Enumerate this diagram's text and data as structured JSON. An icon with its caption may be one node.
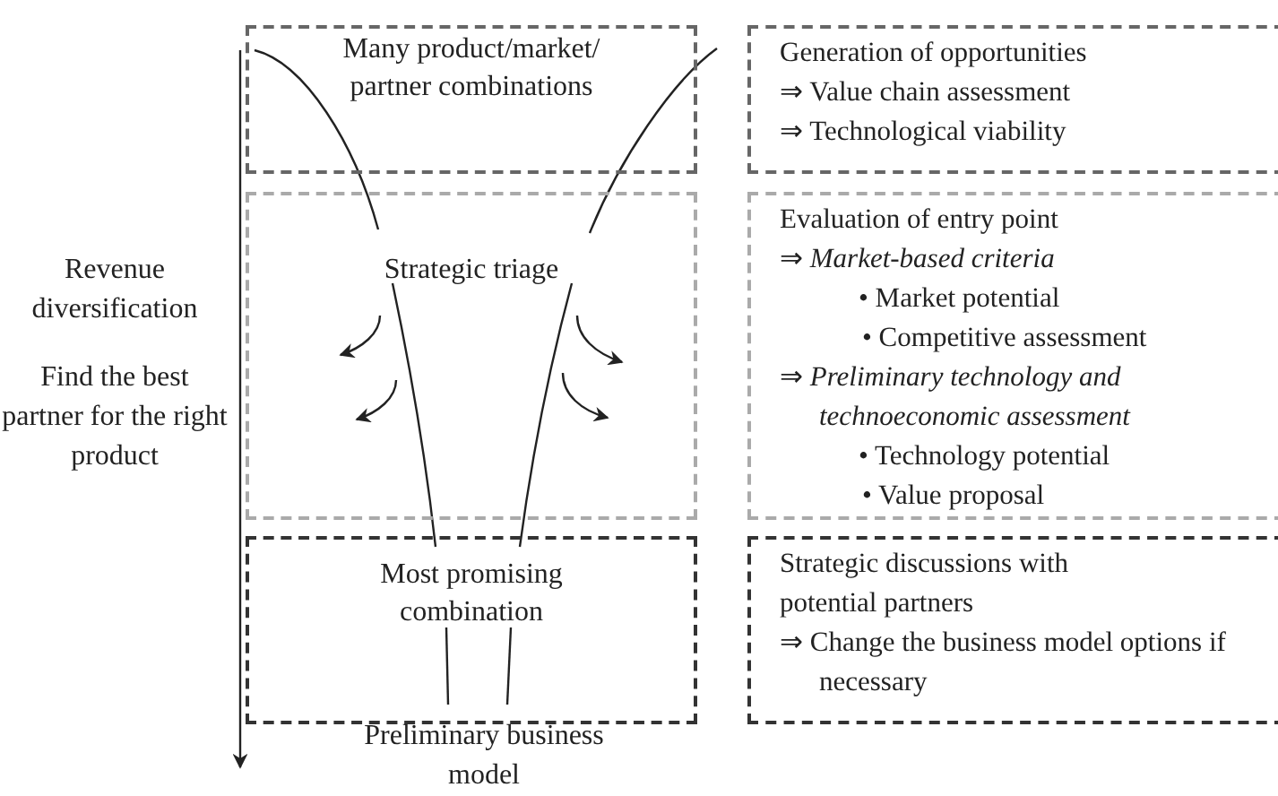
{
  "diagram": {
    "nodes": [
      {
        "text": [
          "Many product/market/ partner combinations"
        ]
      },
      {
        "text": [
          "Strategic triage"
        ]
      },
      {
        "text": [
          "Most promising combination"
        ]
      },
      {
        "text": [
          "Generation of opportunities",
          "⇒ Value chain assessment",
          "⇒ Technological viability"
        ]
      },
      {
        "text": [
          "Evaluation of entry point",
          "⇒ *Market-based criteria*",
          "• Market potential",
          "• Competitive assessment",
          "⇒ *Preliminary technology and technoeconomic assessment*",
          "• Technology potential",
          "• Value proposal"
        ]
      },
      {
        "text": [
          "Strategic discussions with potential partners",
          "⇒ Change the business model options if necessary"
        ]
      }
    ],
    "labels": [
      "Revenue diversification",
      "Find the best partner for the right product",
      "Preliminary business model"
    ]
  }
}
